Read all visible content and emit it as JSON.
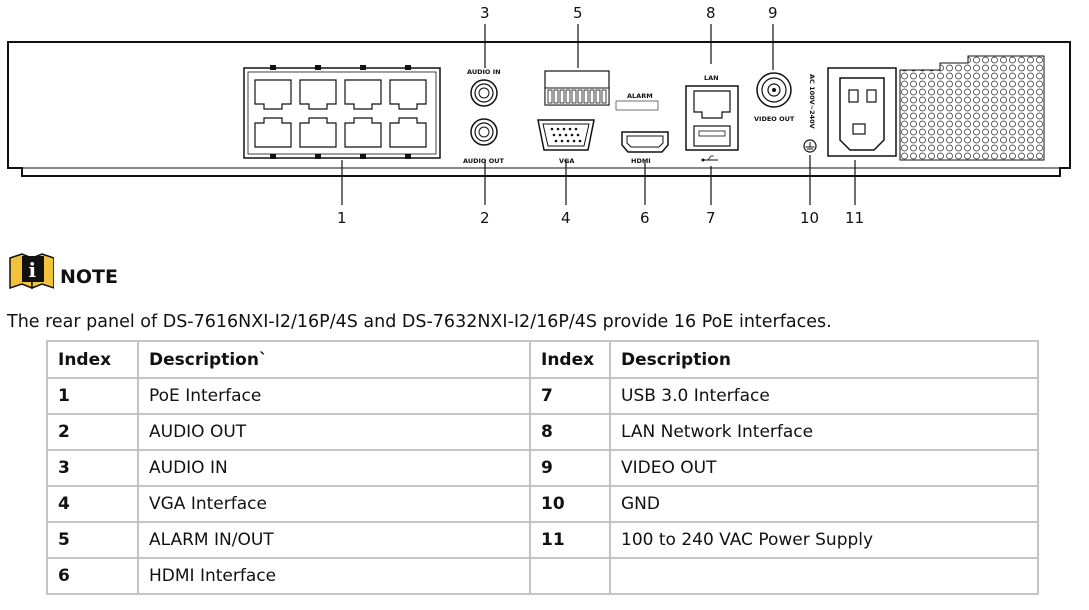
{
  "diagram": {
    "callouts": [
      "1",
      "2",
      "3",
      "4",
      "5",
      "6",
      "7",
      "8",
      "9",
      "10",
      "11"
    ],
    "port_labels": {
      "audio_in": "AUDIO IN",
      "audio_out": "AUDIO OUT",
      "vga": "VGA",
      "alarm": "ALARM",
      "hdmi": "HDMI",
      "lan": "LAN",
      "video_out": "VIDEO OUT",
      "ac_input": "AC 100V~240V"
    }
  },
  "note": {
    "label": "NOTE",
    "text": "The rear panel of DS-7616NXI-I2/16P/4S and DS-7632NXI-I2/16P/4S provide 16 PoE interfaces."
  },
  "table": {
    "headers": [
      "Index",
      "Description`",
      "Index",
      "Description"
    ],
    "rows": [
      [
        "1",
        "PoE Interface",
        "7",
        "USB 3.0 Interface"
      ],
      [
        "2",
        "AUDIO OUT",
        "8",
        "LAN Network Interface"
      ],
      [
        "3",
        "AUDIO IN",
        "9",
        "VIDEO OUT"
      ],
      [
        "4",
        "VGA Interface",
        "10",
        "GND"
      ],
      [
        "5",
        "ALARM IN/OUT",
        "11",
        "100 to 240 VAC Power Supply"
      ],
      [
        "6",
        "HDMI Interface",
        "",
        ""
      ]
    ]
  }
}
